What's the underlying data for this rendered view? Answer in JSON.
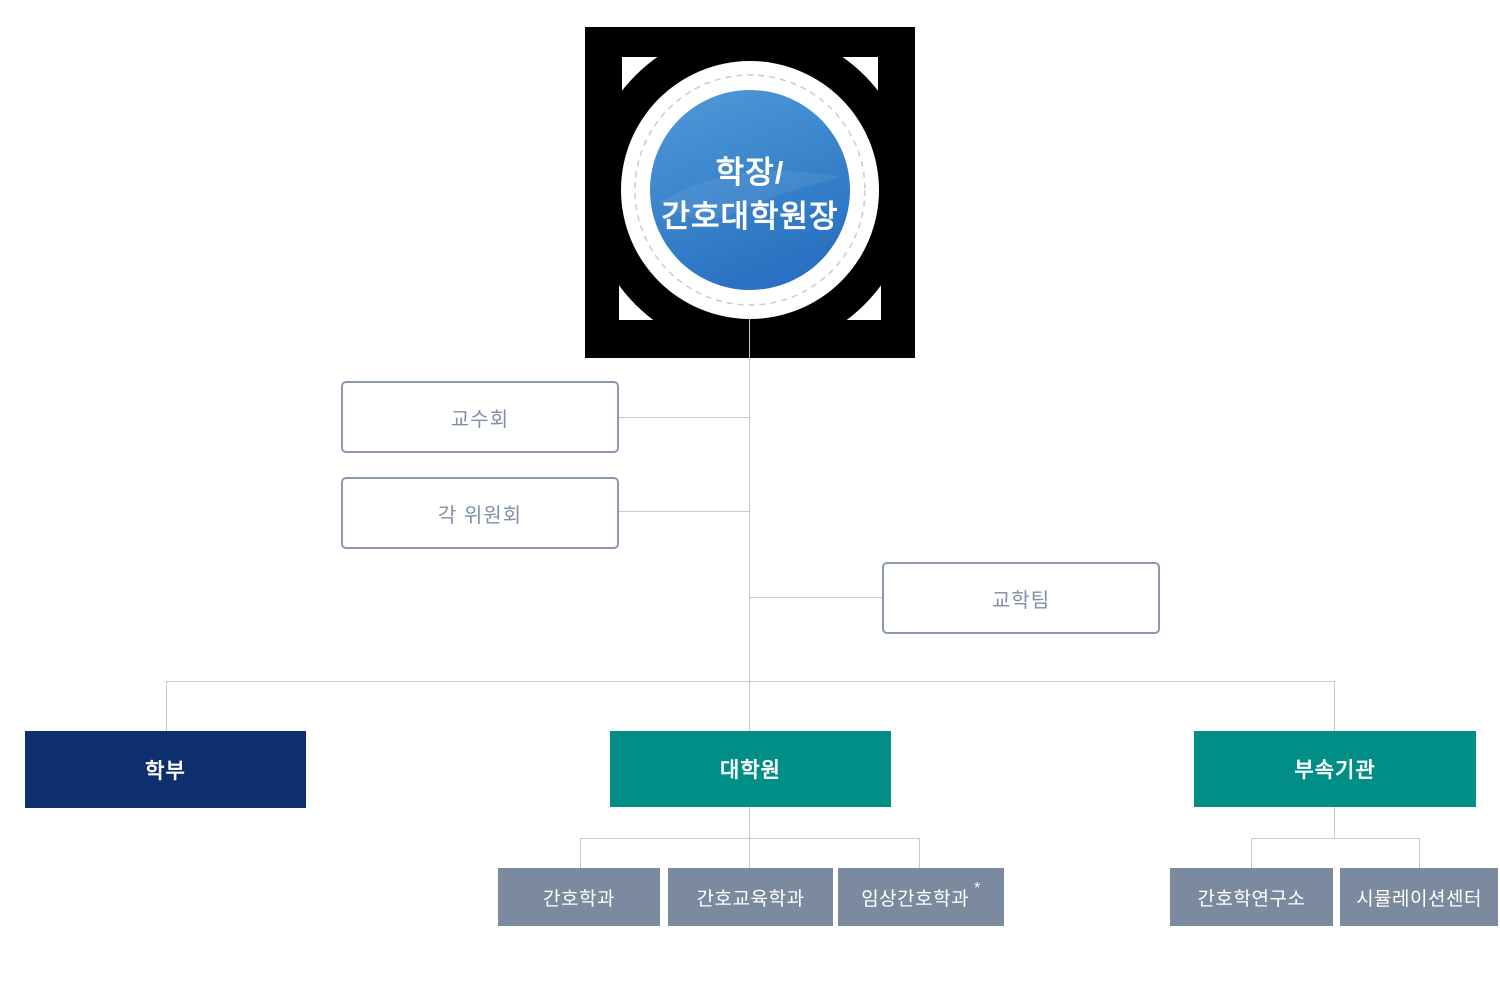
{
  "diagram": {
    "root": {
      "title_line1": "학장/",
      "title_line2": "간호대학원장"
    },
    "advisory_boxes": [
      {
        "label": "교수회"
      },
      {
        "label": "각 위원회"
      },
      {
        "label": "교학팀"
      }
    ],
    "branches": [
      {
        "label": "학부"
      },
      {
        "label": "대학원"
      },
      {
        "label": "부속기관"
      }
    ],
    "graduate_children": [
      {
        "label": "간호학과",
        "note": ""
      },
      {
        "label": "간호교육학과",
        "note": ""
      },
      {
        "label": "임상간호학과",
        "note": "*"
      }
    ],
    "affiliate_children": [
      {
        "label": "간호학연구소"
      },
      {
        "label": "시뮬레이션센터"
      }
    ],
    "colors": {
      "root_circle_top": "#4f9bd9",
      "root_circle_bottom": "#2a72c1",
      "emblem_square": "#000000",
      "undergraduate_navy": "#0d2f6e",
      "branch_teal": "#008e86",
      "child_gray": "#7b8a9e",
      "outline_border": "#8b99b0",
      "outline_text": "#7f8fa8",
      "connector_line": "#c9c9c9"
    }
  }
}
